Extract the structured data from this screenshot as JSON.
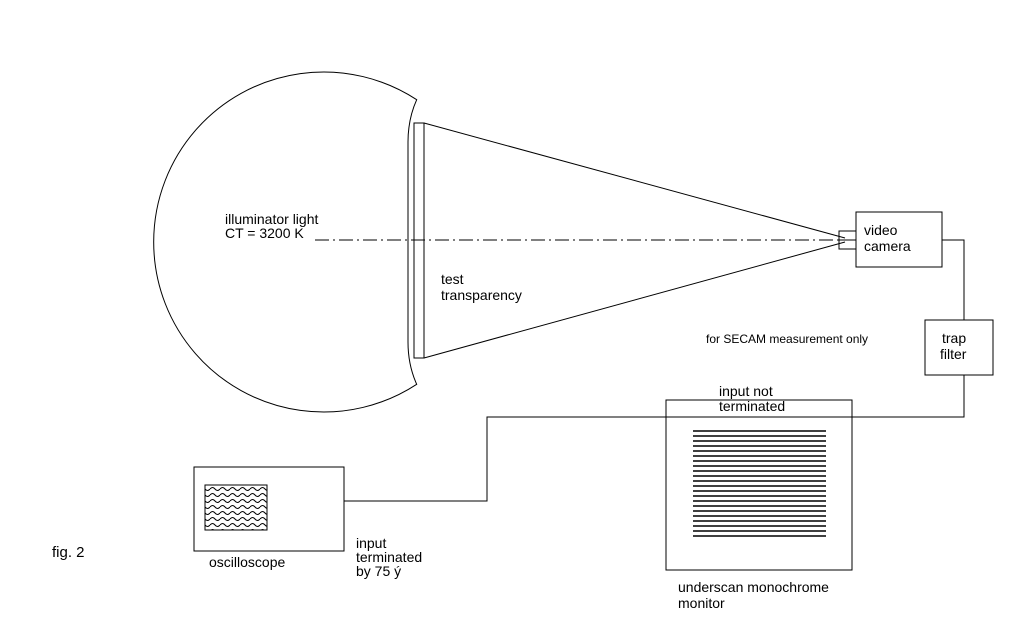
{
  "labels": {
    "illuminator_line1": "illuminator light",
    "illuminator_line2": "CT = 3200 K",
    "test_transparency_line1": "test",
    "test_transparency_line2": "transparency",
    "video_camera_line1": "video",
    "video_camera_line2": "camera",
    "trap_filter_line1": "trap",
    "trap_filter_line2": "filter",
    "secam_note": "for SECAM measurement only",
    "input_not_terminated_line1": "input not",
    "input_not_terminated_line2": "terminated",
    "oscilloscope": "oscilloscope",
    "input_terminated_line1": "input",
    "input_terminated_line2": "terminated",
    "input_terminated_line3": "by 75 ý",
    "monitor_line1": "underscan monochrome",
    "monitor_line2": "monitor",
    "figure_number": "fig. 2"
  },
  "colors": {
    "ink": "#000000",
    "background": "#ffffff"
  },
  "icons": {
    "oscilloscope_screen": "wave-pattern",
    "monitor_screen": "horizontal-line-raster"
  }
}
